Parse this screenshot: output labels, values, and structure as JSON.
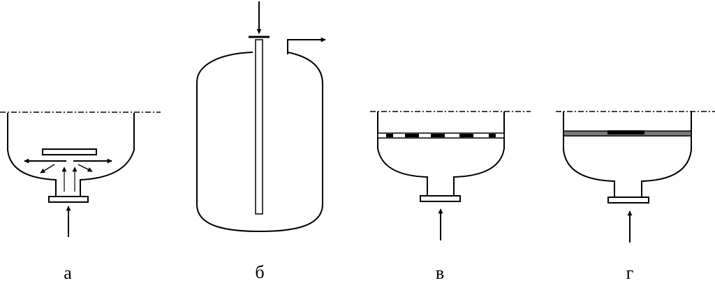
{
  "labels": {
    "a": "а",
    "b": "б",
    "v": "в",
    "g": "г"
  }
}
